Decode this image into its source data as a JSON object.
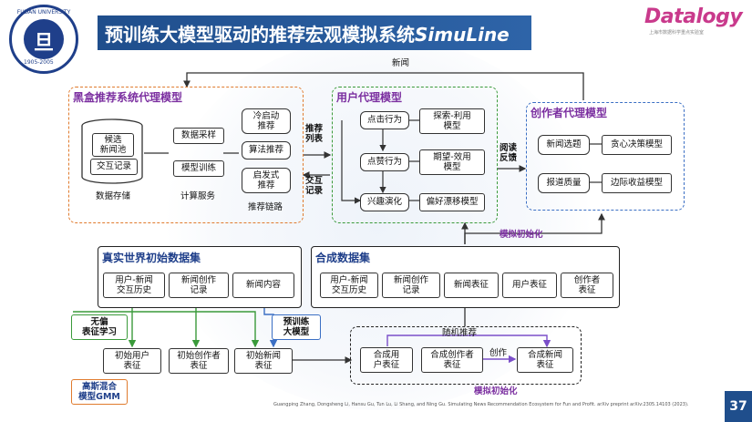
{
  "title": {
    "main": "预训练大模型驱动的推荐宏观模拟系统",
    "italic": "SimuLine"
  },
  "logo": {
    "ring_text": "FUDAN UNIVERSITY",
    "glyph": "旦",
    "years": "1905-2005"
  },
  "brand": {
    "name": "Datalogy",
    "sub": "上海市数据科学重点实验室"
  },
  "news_label": "新闻",
  "blackbox": {
    "title": "黑盒推荐系统代理模型",
    "storage_items": [
      "候选\n新闻池",
      "交互记录"
    ],
    "storage_label": "数据存储",
    "compute_items": [
      "数据采样",
      "模型训练"
    ],
    "compute_label": "计算服务",
    "chain_items": [
      "冷启动\n推荐",
      "算法推荐",
      "启发式\n推荐"
    ],
    "chain_label": "推荐链路"
  },
  "mid_labels": {
    "rec_list": "推荐\n列表",
    "interact": "交互\n记录",
    "read_feedback": "阅读\n反馈"
  },
  "user_agent": {
    "title": "用户代理模型",
    "actions": [
      "点击行为",
      "点赞行为",
      "兴趣演化"
    ],
    "models": [
      "探索-利用\n模型",
      "期望-效用\n模型",
      "偏好漂移模型"
    ]
  },
  "creator_agent": {
    "title": "创作者代理模型",
    "items": [
      "新闻选题",
      "报道质量"
    ],
    "models": [
      "贪心决策模型",
      "边际收益模型"
    ]
  },
  "sim_init_label": "模拟初始化",
  "real_data": {
    "title": "真实世界初始数据集",
    "items": [
      "用户-新闻\n交互历史",
      "新闻创作\n记录",
      "新闻内容"
    ]
  },
  "synthetic": {
    "title": "合成数据集",
    "items": [
      "用户-新闻\n交互历史",
      "新闻创作\n记录",
      "新闻表征",
      "用户表征",
      "创作者\n表征"
    ]
  },
  "unbiased_label": "无偏\n表征学习",
  "pretrain_label": "预训练\n大模型",
  "init_reprs": [
    "初始用户\n表征",
    "初始创作者\n表征",
    "初始新闻\n表征"
  ],
  "gmm_label": "高斯混合\n模型GMM",
  "synth_init": {
    "random_rec": "随机推荐",
    "items": [
      "合成用\n户表征",
      "合成创作者\n表征",
      "合成新闻\n表征"
    ],
    "create_label": "创作",
    "title": "模拟初始化"
  },
  "footnote": "Guangping Zhang, Dongsheng Li, Hansu Gu, Tun Lu, Li Shang, and Ning Gu. Simulating News Recommendation Ecosystem for Fun and Profit. arXiv preprint arXiv:2305.14103 (2023).",
  "page_number": "37",
  "colors": {
    "orange": "#e07b2e",
    "green": "#3a9a3a",
    "blue": "#3b6fc4",
    "purple": "#7b4fc9",
    "title_blue": "#1f4e8c"
  }
}
